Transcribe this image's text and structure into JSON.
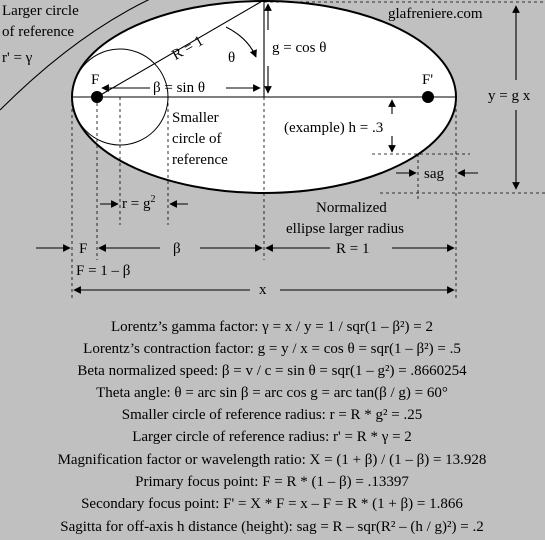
{
  "diagram": {
    "larger_circle_line1": "Larger circle",
    "larger_circle_line2": "of reference",
    "r_prime_label": "r' = γ",
    "site": "glafreniere.com",
    "R_equals": "R = 1",
    "theta": "θ",
    "g_cos": "g = cos θ",
    "focus_F": "F",
    "focus_F_prime": "F'",
    "beta_sin": "β = sin θ",
    "y_gx": "y = g x",
    "smaller_circle_line1": "Smaller",
    "smaller_circle_line2": "circle of",
    "smaller_circle_line3": "reference",
    "example_h": "(example) h = .3",
    "sag": "sag",
    "r_g2": "r = g",
    "r_g2_exp": "2",
    "normalized_line1": "Normalized",
    "normalized_line2": "ellipse larger radius",
    "dim_F": "F",
    "dim_beta": "β",
    "dim_R": "R = 1",
    "F_formula": "F = 1 – β",
    "dim_x": "x"
  },
  "formulas": [
    "Lorentz’s gamma factor:  γ  =  x / y  =  1 / sqr(1 – β²)  =  2",
    "Lorentz’s contraction factor:  g  =  y / x  =  cos θ  =  sqr(1 – β²)  = .5",
    "Beta normalized speed:  β  =  v / c  =  sin θ  =  sqr(1 – g²)  = .8660254",
    "Theta angle:  θ  =  arc sin β  =  arc cos g  =  arc tan(β / g)  =  60°",
    "Smaller circle of reference radius:  r = R * g² = .25",
    "Larger circle of reference radius:  r' = R * γ = 2",
    "Magnification factor or wavelength ratio:  X = (1 + β) / (1 – β) = 13.928",
    "Primary focus point:  F  =  R * (1 – β) = .13397",
    "Secondary focus point:  F' = X * F  =  x – F  =  R * (1 + β) = 1.866",
    "Sagitta for off-axis h distance (height):  sag = R – sqr(R² – (h / g)²) = .2"
  ]
}
